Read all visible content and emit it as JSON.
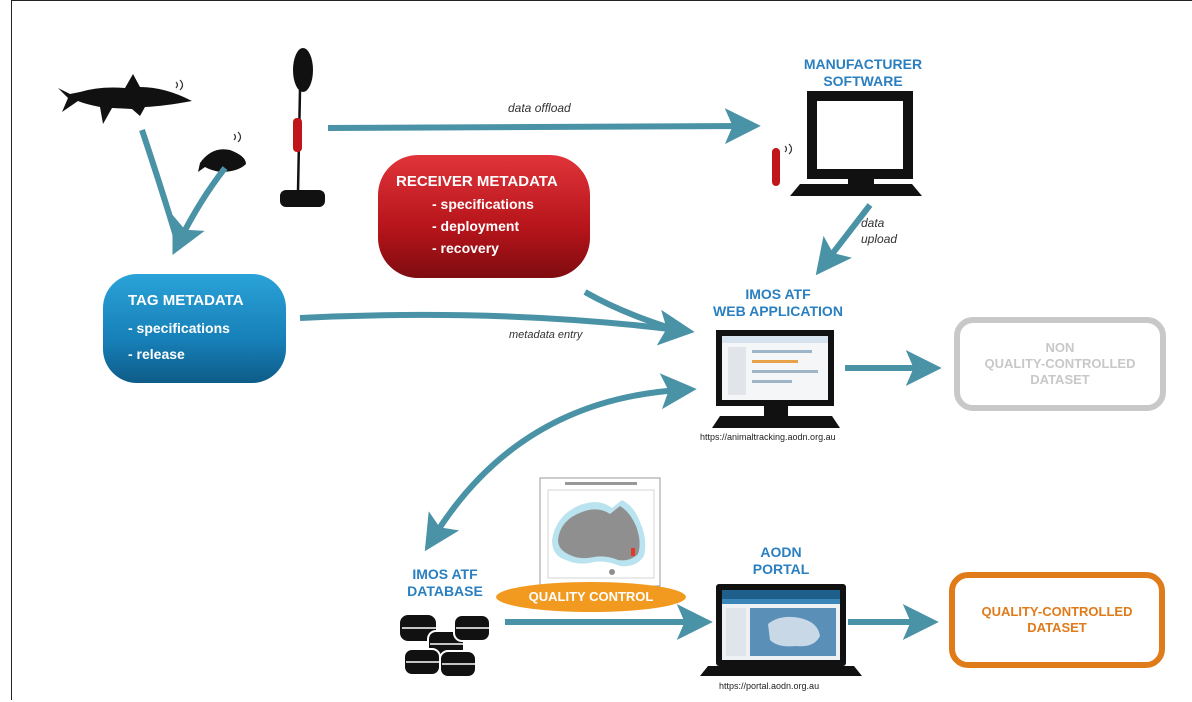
{
  "labels": {
    "manufacturer_software": [
      "MANUFACTURER",
      "SOFTWARE"
    ],
    "data_offload": "data offload",
    "data_upload": [
      "data",
      "upload"
    ],
    "metadata_entry": "metadata entry",
    "web_application": [
      "IMOS ATF",
      "WEB APPLICATION"
    ],
    "web_url": "https://animaltracking.aodn.org.au",
    "database": [
      "IMOS ATF",
      "DATABASE"
    ],
    "portal": [
      "AODN",
      "PORTAL"
    ],
    "portal_url": "https://portal.aodn.org.au",
    "quality_control": "QUALITY CONTROL"
  },
  "receiver_metadata": {
    "title": "RECEIVER METADATA",
    "items": [
      "- specifications",
      "- deployment",
      "- recovery"
    ]
  },
  "tag_metadata": {
    "title": "TAG METADATA",
    "items": [
      "- specifications",
      "- release"
    ]
  },
  "non_qc_dataset": [
    "NON",
    "QUALITY-CONTROLLED",
    "DATASET"
  ],
  "qc_dataset": [
    "QUALITY-CONTROLLED",
    "DATASET"
  ],
  "colors": {
    "arrow": "#4a93a6",
    "title_blue": "#2a7fc0",
    "receiver_red": "#c0161b",
    "tag_blue": "#1f8ac0",
    "non_qc_gray": "#c8c8c8",
    "qc_orange": "#e07b1a",
    "qc_ellipse": "#f29a20"
  }
}
